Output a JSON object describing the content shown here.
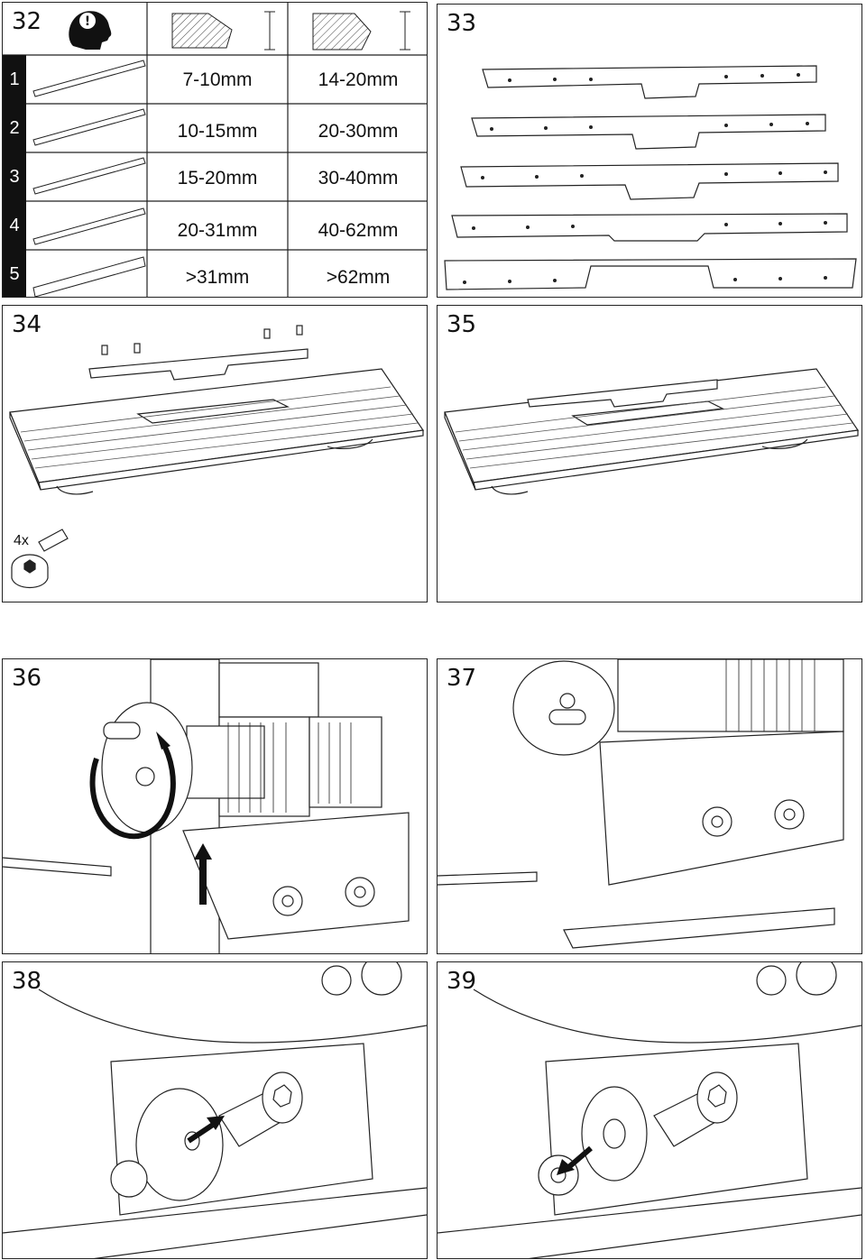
{
  "steps": {
    "s32": "32",
    "s33": "33",
    "s34": "34",
    "s35": "35",
    "s36": "36",
    "s37": "37",
    "s38": "38",
    "s39": "39"
  },
  "table32": {
    "header_symbol_1": "H",
    "header_symbol_2": "H",
    "rows": [
      {
        "label": "1",
        "col1": "7-10mm",
        "col2": "14-20mm"
      },
      {
        "label": "2",
        "col1": "10-15mm",
        "col2": "20-30mm"
      },
      {
        "label": "3",
        "col1": "15-20mm",
        "col2": "30-40mm"
      },
      {
        "label": "4",
        "col1": "20-31mm",
        "col2": "40-62mm"
      },
      {
        "label": "5",
        "col1": ">31mm",
        "col2": ">62mm"
      }
    ],
    "info_icon": "head-exclamation-icon"
  },
  "panel34": {
    "quantity": "4x",
    "part_icon": "hex-socket-screw-icon"
  }
}
